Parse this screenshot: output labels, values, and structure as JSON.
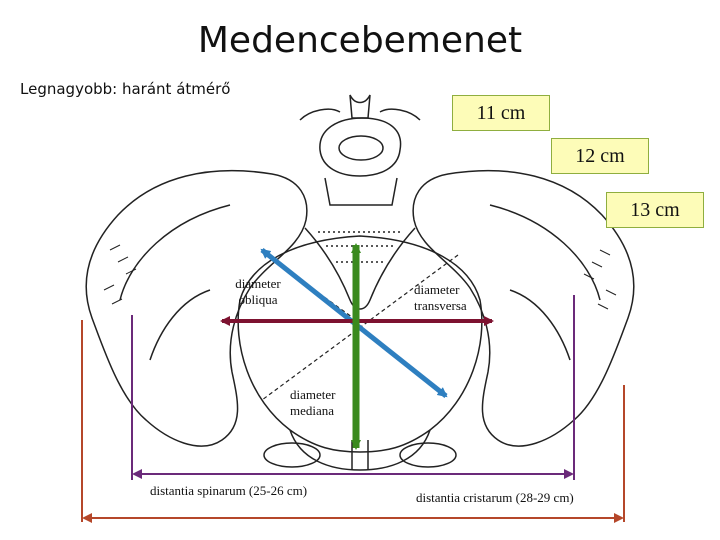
{
  "title": "Medencebemenet",
  "subtitle": "Legnagyobb: haránt átmérő",
  "badges": {
    "b11": "11 cm",
    "b12": "12 cm",
    "b13": "13 cm"
  },
  "labels": {
    "obliqua_1": "diameter",
    "obliqua_2": "obliqua",
    "transversa_1": "diameter",
    "transversa_2": "transversa",
    "mediana_1": "diameter",
    "mediana_2": "mediana",
    "spinarum": "distantia spinarum (25-26 cm)",
    "cristarum": "distantia cristarum (28-29 cm)"
  },
  "colors": {
    "obliqua": "#2e7fc0",
    "transversa": "#7d1230",
    "mediana": "#3a8a1e",
    "spinarum": "#6b2a7a",
    "cristarum": "#b5472a",
    "badge_fill": "#fdfcb8"
  }
}
